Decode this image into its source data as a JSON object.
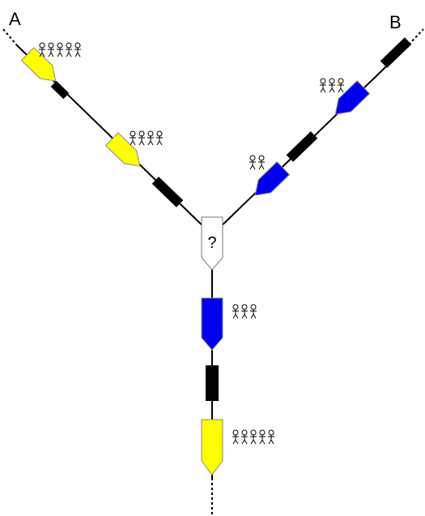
{
  "labels": {
    "a": "A",
    "b": "B",
    "junction": "?"
  },
  "colors": {
    "yellow": "#ffff00",
    "blue": "#0000ee",
    "junction": "#ffffff",
    "signal": "#000000",
    "track": "#000000",
    "outline": "#888888"
  },
  "trains": [
    {
      "id": "a-1",
      "branch": "A",
      "color": "yellow",
      "people": 5
    },
    {
      "id": "a-2",
      "branch": "A",
      "color": "yellow",
      "people": 4
    },
    {
      "id": "b-1",
      "branch": "B",
      "color": "blue",
      "people": 3
    },
    {
      "id": "b-2",
      "branch": "B",
      "color": "blue",
      "people": 2
    },
    {
      "id": "s-1",
      "branch": "south",
      "color": "blue",
      "people": 3
    },
    {
      "id": "s-2",
      "branch": "south",
      "color": "yellow",
      "people": 5
    }
  ]
}
